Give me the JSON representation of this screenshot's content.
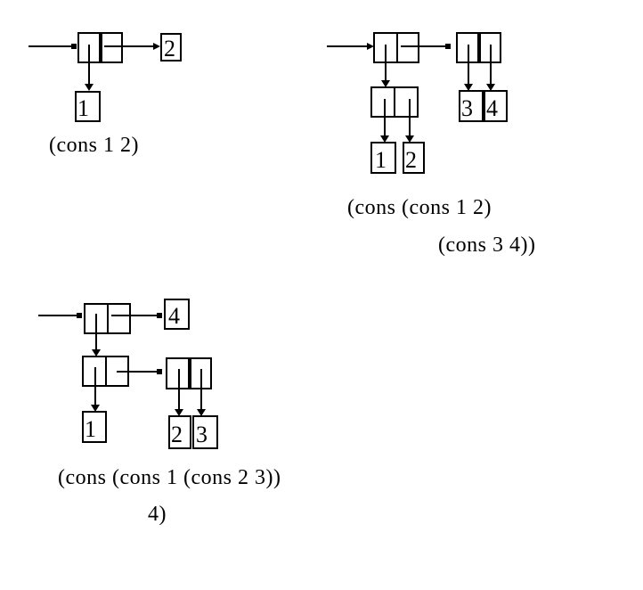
{
  "colors": {
    "ink": "#000000",
    "background": "#ffffff"
  },
  "diagrams": [
    {
      "name": "cons-1-2",
      "atoms": [
        "2",
        "1"
      ],
      "caption": [
        "(cons 1 2)"
      ]
    },
    {
      "name": "cons-cons12-cons34",
      "atoms": [
        "1",
        "2",
        "3",
        "4"
      ],
      "caption": [
        "(cons (cons 1 2)",
        "(cons 3 4))"
      ]
    },
    {
      "name": "cons-cons1-cons23-4",
      "atoms": [
        "4",
        "1",
        "2",
        "3"
      ],
      "caption": [
        "(cons (cons 1 (cons 2 3))",
        "4)"
      ]
    }
  ]
}
